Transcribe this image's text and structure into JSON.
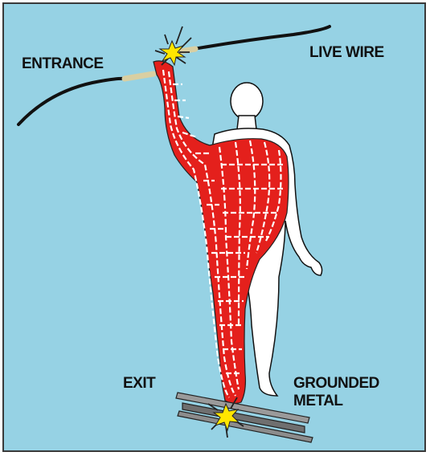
{
  "diagram": {
    "labels": {
      "entrance": "ENTRANCE",
      "live_wire": "LIVE WIRE",
      "exit": "EXIT",
      "grounded_metal": "GROUNDED\nMETAL"
    },
    "colors": {
      "background": "#96d2e4",
      "body": "#ffffff",
      "current_path": "#e4201c",
      "wire": "#111111",
      "insulation": "#d9cfa2",
      "spark": "#ffe600",
      "metal": "#8a8a8a"
    },
    "icons": [
      "entrance-spark-icon",
      "exit-spark-icon"
    ]
  }
}
